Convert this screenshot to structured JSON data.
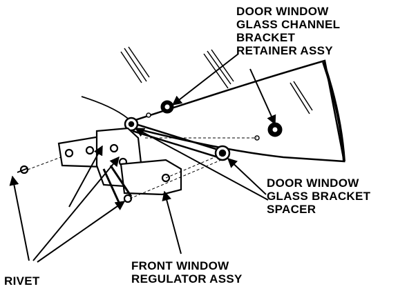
{
  "labels": {
    "retainer": [
      "DOOR WINDOW",
      "GLASS CHANNEL",
      "BRACKET",
      "RETAINER ASSY"
    ],
    "spacer": [
      "DOOR WINDOW",
      "GLASS BRACKET",
      "SPACER"
    ],
    "regulator": [
      "FRONT WINDOW",
      "REGULATOR ASSY"
    ],
    "rivet": "RIVET"
  },
  "colors": {
    "line": "#000000",
    "background": "#ffffff"
  }
}
